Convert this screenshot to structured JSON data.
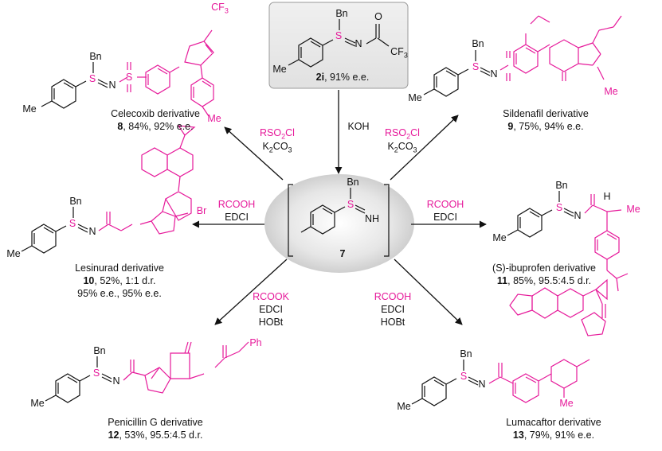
{
  "colors": {
    "accent": "#e6199a",
    "ink": "#111111",
    "sulfur": "#e6199a"
  },
  "starting": {
    "num": "2i",
    "detail": ", 91% e.e.",
    "bn": "Bn",
    "me": "Me",
    "s": "S",
    "n": "N",
    "cf3": "CF",
    "cf3sub": "3"
  },
  "center": {
    "num": "7",
    "bn": "Bn",
    "s": "S",
    "nh": "NH"
  },
  "koh": "KOH",
  "products": [
    {
      "name": "Celecoxib derivative",
      "num": "8",
      "detail": ", 84%, 92% e.e.",
      "detail2": "",
      "bn": "Bn",
      "me": "Me",
      "extra_me": "Me",
      "cf3": "CF",
      "cf3sub": "3"
    },
    {
      "name": "Sildenafil derivative",
      "num": "9",
      "detail": ", 75%, 94% e.e.",
      "detail2": "",
      "bn": "Bn",
      "me": "Me",
      "extra_me": "Me"
    },
    {
      "name": "Lesinurad derivative",
      "num": "10",
      "detail": ", 52%, 1:1 d.r.",
      "detail2": "95% e.e., 95% e.e.",
      "bn": "Bn",
      "me": "Me",
      "br": "Br"
    },
    {
      "name": "(S)-ibuprofen derivative",
      "num": "11",
      "detail": ", 85%, 95.5:4.5 d.r.",
      "detail2": "",
      "bn": "Bn",
      "me": "Me",
      "extra_me": "Me",
      "h": "H"
    },
    {
      "name": "Penicillin G derivative",
      "num": "12",
      "detail": ", 53%, 95.5:4.5 d.r.",
      "detail2": "",
      "bn": "Bn",
      "me": "Me",
      "ph": "Ph"
    },
    {
      "name": "Lumacaftor derivative",
      "num": "13",
      "detail": ", 79%, 91% e.e.",
      "detail2": "",
      "bn": "Bn",
      "me": "Me",
      "extra_me": "Me"
    }
  ],
  "reagents": {
    "tl": [
      "RSO",
      "2",
      "Cl",
      "K",
      "2",
      "CO",
      "3"
    ],
    "tr": [
      "RSO",
      "2",
      "Cl",
      "K",
      "2",
      "CO",
      "3"
    ],
    "ml": [
      "RCOOH",
      "EDCI"
    ],
    "mr": [
      "RCOOH",
      "EDCI"
    ],
    "bl": [
      "RCOOK",
      "EDCI",
      "HOBt"
    ],
    "br": [
      "RCOOH",
      "EDCI",
      "HOBt"
    ]
  }
}
